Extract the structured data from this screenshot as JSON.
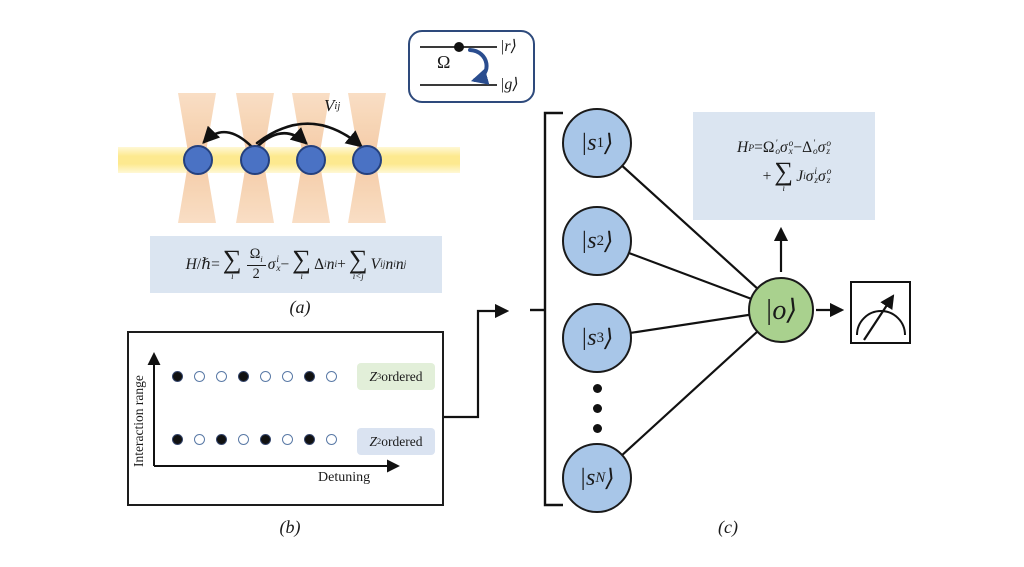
{
  "colors": {
    "eqbox": "#dbe5f1",
    "z3bg": "#e2efd9",
    "z2bg": "#dae3f1",
    "node-blue": "#a8c6e8",
    "node-green": "#a9d18e",
    "atom-blue": "#4a72c4",
    "atom-edge": "#24407e",
    "tweezer": "#f4c8a1",
    "beam": "#fde98f",
    "inset-border": "#2e4a7c",
    "arrow-blue": "#2a4d8f",
    "ink": "#1a1a1a"
  },
  "panel_a": {
    "label": "(a)",
    "inset": {
      "omega": "Ω",
      "ket_r": [
        {
          "t": "|r⟩"
        }
      ],
      "ket_g": [
        {
          "t": "|g⟩"
        }
      ]
    },
    "vij": [
      {
        "t": "V",
        "sub": "ij"
      }
    ],
    "hamiltonian": [
      {
        "t": "H"
      },
      {
        "up": "/"
      },
      {
        "t": "ℏ"
      },
      {
        "up": " = "
      },
      {
        "big": "∑",
        "under": "i"
      },
      {
        "frac": {
          "num": [
            {
              "up": "Ω",
              "sub": "i"
            }
          ],
          "den": [
            {
              "up": "2"
            }
          ]
        }
      },
      {
        "t": "σ",
        "sub": "x",
        "sup": "i"
      },
      {
        "up": " − "
      },
      {
        "big": "∑",
        "under": "i"
      },
      {
        "up": "Δ",
        "sub": "i"
      },
      {
        "t": "n",
        "sub": "i"
      },
      {
        "up": " + "
      },
      {
        "big": "∑",
        "under": "i<j"
      },
      {
        "t": "V",
        "sub": "ij"
      },
      {
        "t": "n",
        "sub": "i"
      },
      {
        "t": "n",
        "sub": "j"
      }
    ]
  },
  "panel_b": {
    "label": "(b)",
    "ylabel": "Interaction range",
    "xlabel": "Detuning",
    "rows": [
      {
        "badge": [
          {
            "t": "Z",
            "sub": "3"
          },
          {
            "up": " ordered"
          }
        ],
        "pattern": [
          1,
          0,
          0,
          1,
          0,
          0,
          1,
          0
        ]
      },
      {
        "badge": [
          {
            "t": "Z",
            "sub": "2"
          },
          {
            "up": " ordered"
          }
        ],
        "pattern": [
          1,
          0,
          1,
          0,
          1,
          0,
          1,
          0
        ]
      }
    ]
  },
  "panel_c": {
    "label": "(c)",
    "nodes": {
      "s1": [
        {
          "t": "|"
        },
        {
          "t": "s",
          "sub": "1"
        },
        {
          "t": "⟩"
        }
      ],
      "s2": [
        {
          "t": "|"
        },
        {
          "t": "s",
          "sub": "2"
        },
        {
          "t": "⟩"
        }
      ],
      "s3": [
        {
          "t": "|"
        },
        {
          "t": "s",
          "sub": "3"
        },
        {
          "t": "⟩"
        }
      ],
      "sN": [
        {
          "t": "|"
        },
        {
          "t": "s",
          "sub": "N"
        },
        {
          "t": "⟩"
        }
      ],
      "o": [
        {
          "t": "|o⟩"
        }
      ]
    },
    "hp_line1": [
      {
        "t": "H",
        "sub": "P"
      },
      {
        "up": " = "
      },
      {
        "up": "Ω",
        "sup": "′",
        "sub": "o"
      },
      {
        "t": "σ",
        "sub": "x",
        "sup": "o"
      },
      {
        "up": " − "
      },
      {
        "up": "Δ",
        "sup": "′",
        "sub": "o"
      },
      {
        "t": "σ",
        "sub": "z",
        "sup": "o"
      }
    ],
    "hp_line2": [
      {
        "up": "+ "
      },
      {
        "big": "∑",
        "under": "i"
      },
      {
        "t": "J",
        "sub": "i"
      },
      {
        "t": "σ",
        "sub": "z",
        "sup": "i"
      },
      {
        "t": "σ",
        "sub": "z",
        "sup": "o"
      }
    ]
  }
}
